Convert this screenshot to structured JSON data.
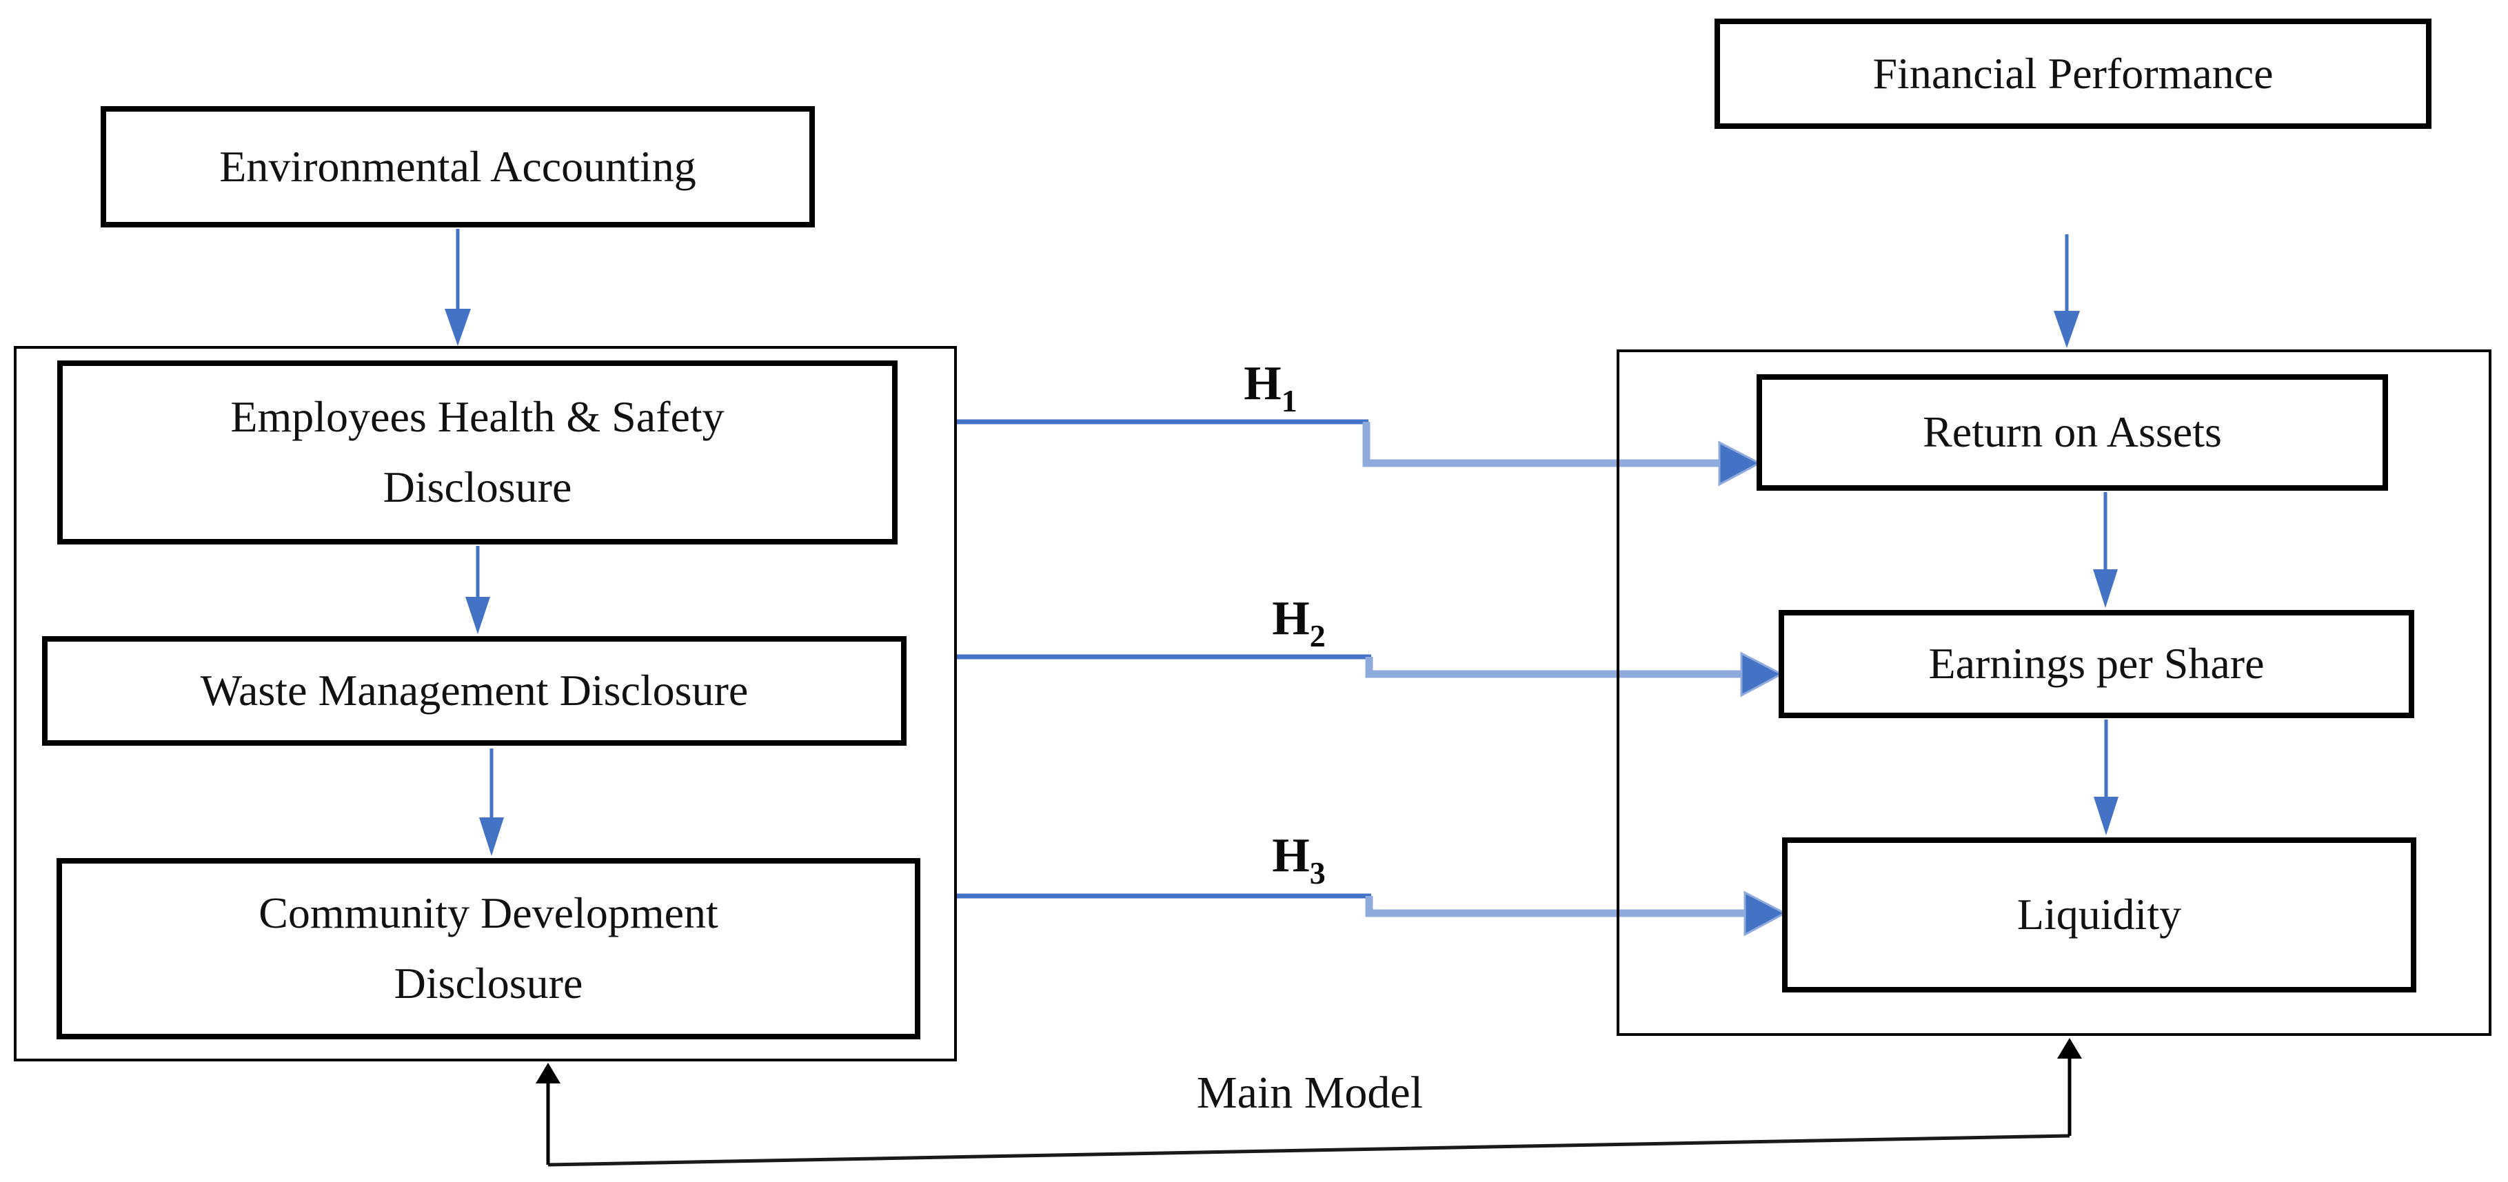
{
  "figure": {
    "type": "research-model-diagram",
    "palette": {
      "accent_blue": "#4472C4",
      "light_blue": "#8FAADC",
      "line_black": "#000000",
      "box_border": "#000000",
      "background": "#FFFFFF"
    },
    "nodes": {
      "environmental_accounting": {
        "label": "Environmental Accounting"
      },
      "financial_performance": {
        "label": "Financial Performance"
      },
      "ehs": {
        "line1": "Employees Health & Safety",
        "line2": "Disclosure"
      },
      "waste": {
        "label": "Waste Management Disclosure"
      },
      "community": {
        "line1": "Community Development",
        "line2": "Disclosure"
      },
      "roa": {
        "label": "Return on Assets"
      },
      "eps": {
        "label": "Earnings per Share"
      },
      "liquidity": {
        "label": "Liquidity"
      }
    },
    "hypotheses": [
      {
        "prefix": "H",
        "sub": "1"
      },
      {
        "prefix": "H",
        "sub": "2"
      },
      {
        "prefix": "H",
        "sub": "3"
      }
    ],
    "main_model_label": "Main Model",
    "relations": [
      "Environmental Accounting -> Disclosure group",
      "Financial Performance -> Indicator group",
      "Employees Health & Safety Disclosure -H1-> Return on Assets",
      "Waste Management Disclosure -H2-> Earnings per Share",
      "Community Development Disclosure -H3-> Liquidity",
      "Return on Assets -> Earnings per Share -> Liquidity",
      "Main Model links both groups"
    ]
  }
}
